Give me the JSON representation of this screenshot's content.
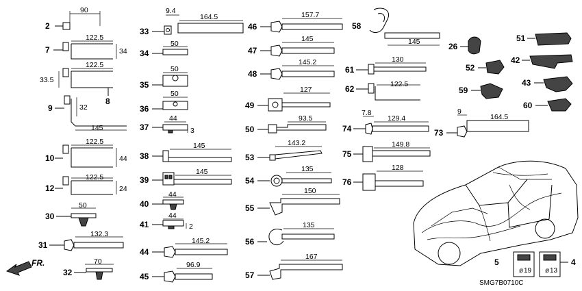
{
  "diagram": {
    "parts": [
      {
        "id": "2",
        "dims": [
          "90"
        ]
      },
      {
        "id": "7",
        "dims": [
          "122.5",
          "34"
        ]
      },
      {
        "id": "8",
        "dims": [
          "33.5",
          "122.5"
        ]
      },
      {
        "id": "9",
        "dims": [
          "32",
          "145"
        ]
      },
      {
        "id": "10",
        "dims": [
          "122.5",
          "44"
        ]
      },
      {
        "id": "12",
        "dims": [
          "122.5",
          "24"
        ]
      },
      {
        "id": "30",
        "dims": [
          "50"
        ]
      },
      {
        "id": "31",
        "dims": [
          "132.3"
        ]
      },
      {
        "id": "32",
        "dims": [
          "70"
        ]
      },
      {
        "id": "33",
        "dims": [
          "9.4",
          "164.5"
        ]
      },
      {
        "id": "34",
        "dims": [
          "50"
        ]
      },
      {
        "id": "35",
        "dims": [
          "50"
        ]
      },
      {
        "id": "36",
        "dims": [
          "50"
        ]
      },
      {
        "id": "37",
        "dims": [
          "44",
          "3"
        ]
      },
      {
        "id": "38",
        "dims": [
          "145"
        ]
      },
      {
        "id": "39",
        "dims": [
          "145"
        ]
      },
      {
        "id": "40",
        "dims": [
          "44"
        ]
      },
      {
        "id": "41",
        "dims": [
          "44",
          "2"
        ]
      },
      {
        "id": "44",
        "dims": [
          "145.2"
        ]
      },
      {
        "id": "45",
        "dims": [
          "96.9"
        ]
      },
      {
        "id": "46",
        "dims": [
          "157.7"
        ]
      },
      {
        "id": "47",
        "dims": [
          "145"
        ]
      },
      {
        "id": "48",
        "dims": [
          "145.2"
        ]
      },
      {
        "id": "49",
        "dims": [
          "127"
        ]
      },
      {
        "id": "50",
        "dims": [
          "93.5"
        ]
      },
      {
        "id": "53",
        "dims": [
          "143.2"
        ]
      },
      {
        "id": "54",
        "dims": [
          "135"
        ]
      },
      {
        "id": "55",
        "dims": [
          "150"
        ]
      },
      {
        "id": "56",
        "dims": [
          "135"
        ]
      },
      {
        "id": "57",
        "dims": [
          "167"
        ]
      },
      {
        "id": "58",
        "dims": [
          "145"
        ]
      },
      {
        "id": "61",
        "dims": [
          "130"
        ]
      },
      {
        "id": "62",
        "dims": [
          "122.5"
        ]
      },
      {
        "id": "73",
        "dims": [
          "9",
          "164.5"
        ]
      },
      {
        "id": "74",
        "dims": [
          "7.8",
          "129.4"
        ]
      },
      {
        "id": "75",
        "dims": [
          "149.8"
        ]
      },
      {
        "id": "76",
        "dims": [
          "128"
        ]
      },
      {
        "id": "26",
        "dims": []
      },
      {
        "id": "51",
        "dims": []
      },
      {
        "id": "52",
        "dims": []
      },
      {
        "id": "42",
        "dims": []
      },
      {
        "id": "59",
        "dims": []
      },
      {
        "id": "43",
        "dims": []
      },
      {
        "id": "60",
        "dims": []
      },
      {
        "id": "5",
        "dims": [
          "19"
        ]
      },
      {
        "id": "4",
        "dims": [
          "13"
        ]
      }
    ],
    "direction_label": "FR.",
    "diagram_code": "SMG7B0710C",
    "diameter_symbol": "ø"
  }
}
